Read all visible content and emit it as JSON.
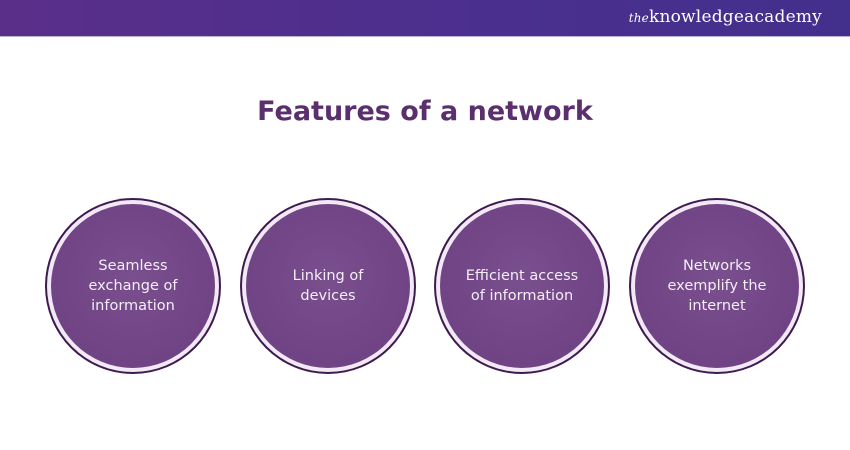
{
  "header": {
    "logo": "theknowledgeacademy",
    "logo_prefix": "the",
    "logo_main": "knowledgeacademy"
  },
  "title": "Features of a network",
  "features": [
    {
      "label": "Seamless exchange of information"
    },
    {
      "label": "Linking of devices"
    },
    {
      "label": "Efficient access of information"
    },
    {
      "label": "Networks exemplify the internet"
    }
  ],
  "colors": {
    "header": "#4a2f8e",
    "title": "#5b2f6e",
    "circle_fill": "#6f4383"
  }
}
